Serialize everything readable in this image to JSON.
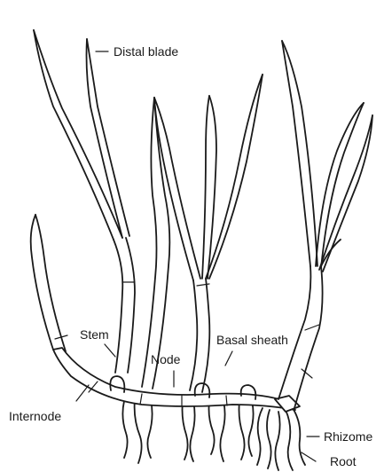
{
  "labels": {
    "distal_blade": "Distal blade",
    "stem": "Stem",
    "node": "Node",
    "basal_sheath": "Basal sheath",
    "internode": "Internode",
    "rhizome": "Rhizome",
    "root": "Root"
  },
  "colors": {
    "ink": "#1a1a1a",
    "background": "#ffffff"
  }
}
